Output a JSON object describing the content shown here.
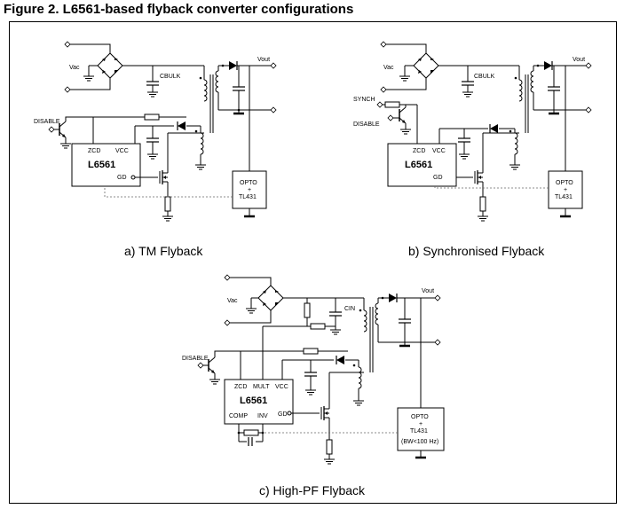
{
  "figure_title": "Figure 2. L6561-based flyback converter configurations",
  "circuits": {
    "a": {
      "caption": "a) TM Flyback",
      "vac": "Vac",
      "cbulk": "CBULK",
      "vout": "Vout",
      "disable": "DISABLE",
      "chip": "L6561",
      "pin_zcd": "ZCD",
      "pin_vcc": "VCC",
      "pin_gd": "GD",
      "opto_line1": "OPTO",
      "opto_line2": "+",
      "opto_line3": "TL431"
    },
    "b": {
      "caption": "b) Synchronised Flyback",
      "vac": "Vac",
      "cbulk": "CBULK",
      "vout": "Vout",
      "synch": "SYNCH",
      "disable": "DISABLE",
      "chip": "L6561",
      "pin_zcd": "ZCD",
      "pin_vcc": "VCC",
      "pin_gd": "GD",
      "opto_line1": "OPTO",
      "opto_line2": "+",
      "opto_line3": "TL431"
    },
    "c": {
      "caption": "c) High-PF Flyback",
      "vac": "Vac",
      "cin": "CIN",
      "vout": "Vout",
      "disable": "DISABLE",
      "chip": "L6561",
      "pin_zcd": "ZCD",
      "pin_mult": "MULT",
      "pin_vcc": "VCC",
      "pin_comp": "COMP",
      "pin_inv": "INV",
      "pin_gd": "GD",
      "opto_line1": "OPTO",
      "opto_line2": "+",
      "opto_line3": "TL431",
      "opto_line4": "(BW<100 Hz)"
    }
  }
}
